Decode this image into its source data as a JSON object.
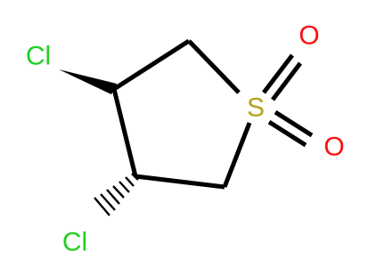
{
  "molecule": {
    "atoms": {
      "cl1": {
        "symbol": "Cl",
        "color": "#1fd01f"
      },
      "cl2": {
        "symbol": "Cl",
        "color": "#1fd01f"
      },
      "s": {
        "symbol": "S",
        "color": "#b5a11e"
      },
      "o1": {
        "symbol": "O",
        "color": "#ff0d0d"
      },
      "o2": {
        "symbol": "O",
        "color": "#ff0d0d"
      }
    },
    "bond_color": "#000000",
    "bonds": [
      {
        "id": "c-c-top",
        "type": "single"
      },
      {
        "id": "c-s-top",
        "type": "single"
      },
      {
        "id": "c-c-left",
        "type": "single"
      },
      {
        "id": "c-c-bottom",
        "type": "single"
      },
      {
        "id": "c-s-bottom",
        "type": "single"
      },
      {
        "id": "c-cl-top",
        "type": "wedge"
      },
      {
        "id": "c-cl-bottom",
        "type": "hash"
      },
      {
        "id": "s-o-top",
        "type": "double"
      },
      {
        "id": "s-o-bottom",
        "type": "double"
      }
    ]
  }
}
